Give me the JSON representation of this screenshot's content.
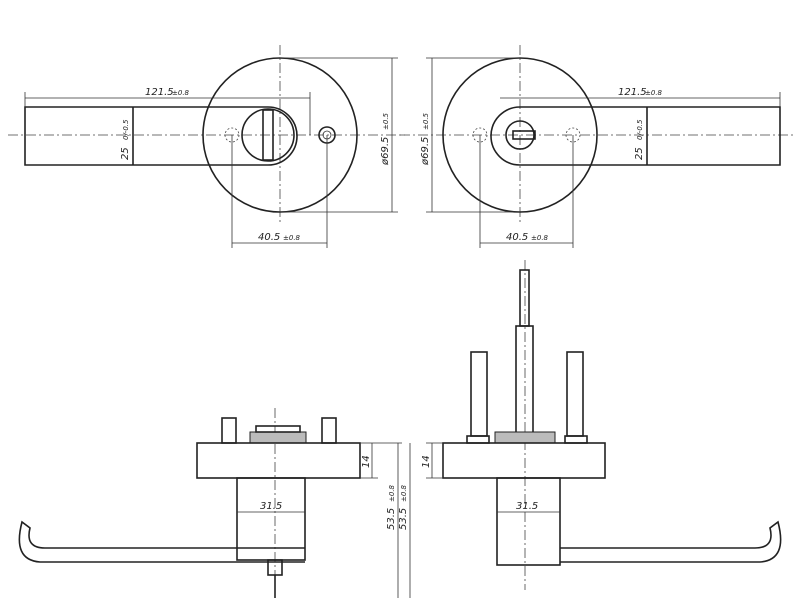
{
  "title": "Lever handle technical drawing",
  "dimensions": {
    "lever_length": "121.5",
    "lever_length_tol": "±0.8",
    "lever_width": "25",
    "lever_width_tol": "0/-0.5",
    "rose_diameter": "ø69.5",
    "rose_diameter_tol": "±0.5",
    "screw_spacing": "40.5",
    "screw_spacing_tol": "±0.8",
    "stem_width": "31.5",
    "base_height": "14",
    "total_height": "53.5",
    "total_height_tol": "±0.8"
  }
}
